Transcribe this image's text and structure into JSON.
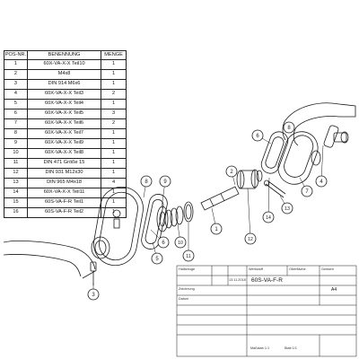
{
  "bom": {
    "headers": [
      "POS-NR.",
      "BENENNUNG",
      "MENGE"
    ],
    "rows": [
      [
        "1",
        "60X-VA-X-X Teil10",
        "1"
      ],
      [
        "2",
        "M4x8",
        "1"
      ],
      [
        "3",
        "DIN 914 M6x6",
        "1"
      ],
      [
        "4",
        "60X-VA-X-X Teil3",
        "2"
      ],
      [
        "5",
        "60X-VA-X-X Teil4",
        "1"
      ],
      [
        "6",
        "60X-VA-X-X Teil5",
        "3"
      ],
      [
        "7",
        "60X-VA-X-X Teil6",
        "2"
      ],
      [
        "8",
        "60X-VA-X-X Teil7",
        "1"
      ],
      [
        "9",
        "60X-VA-X-X Teil9",
        "1"
      ],
      [
        "10",
        "60X-VA-X-X Teil8",
        "1"
      ],
      [
        "11",
        "DIN 471 Größe 15",
        "1"
      ],
      [
        "12",
        "DIN 931 M12x30",
        "1"
      ],
      [
        "13",
        "DIN 965 M4x18",
        "4"
      ],
      [
        "14",
        "60X-VA-X-X Teil11",
        "1"
      ],
      [
        "15",
        "60S-VA-F-R Teil1",
        "1"
      ],
      [
        "16",
        "60S-VA-F-R Teil2",
        "1"
      ]
    ]
  },
  "callouts": [
    "1",
    "2",
    "3",
    "4",
    "5",
    "6",
    "7",
    "8",
    "9",
    "10",
    "11",
    "12",
    "13",
    "14",
    "6",
    "8"
  ],
  "titleblock": {
    "part_no": "60S-VA-F-R",
    "date": "13.11.2018",
    "scale_label": "Maßstab 1:1",
    "page_label": "Blatt 1/1",
    "format": "A4",
    "label_a": "Halbzeuge",
    "label_b": "Werkstoff",
    "label_c": "Oberfläche",
    "label_d": "Gewicht",
    "label_e": "Zeichnung",
    "label_f": "Datum"
  },
  "colors": {
    "line": "#1a1a1a",
    "paper": "#ffffff",
    "hatch": "#7d7d7d"
  }
}
